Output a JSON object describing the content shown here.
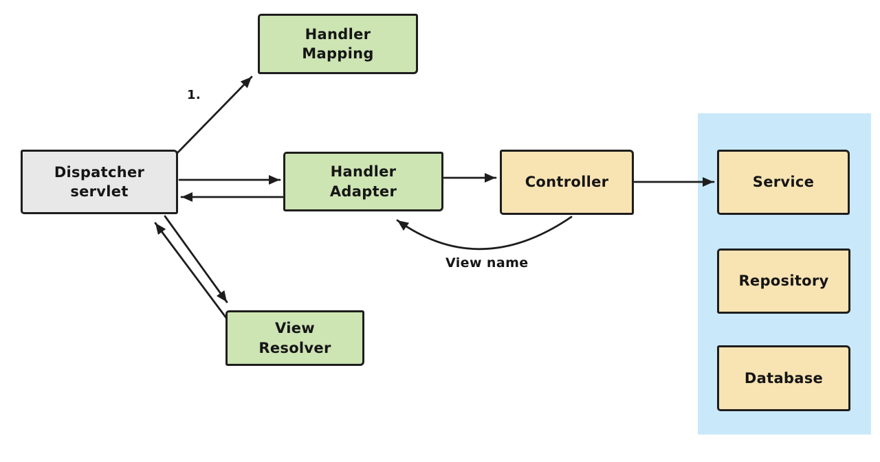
{
  "diagram": {
    "nodes": [
      {
        "id": "handler-mapping",
        "label": "Handler\nMapping",
        "fill": "#cde4b3"
      },
      {
        "id": "dispatcher-servlet",
        "label": "Dispatcher\nservlet",
        "fill": "#e8e8e8"
      },
      {
        "id": "handler-adapter",
        "label": "Handler\nAdapter",
        "fill": "#cde4b3"
      },
      {
        "id": "controller",
        "label": "Controller",
        "fill": "#f8e3b2"
      },
      {
        "id": "view-resolver",
        "label": "View\nResolver",
        "fill": "#cde4b3"
      },
      {
        "id": "service",
        "label": "Service",
        "fill": "#f8e3b2"
      },
      {
        "id": "repository",
        "label": "Repository",
        "fill": "#f8e3b2"
      },
      {
        "id": "database",
        "label": "Database",
        "fill": "#f8e3b2"
      }
    ],
    "edges": [
      {
        "from": "dispatcher-servlet",
        "to": "handler-mapping",
        "label": "1.",
        "style": "straight"
      },
      {
        "from": "dispatcher-servlet",
        "to": "handler-adapter",
        "label": "",
        "style": "straight"
      },
      {
        "from": "handler-adapter",
        "to": "dispatcher-servlet",
        "label": "",
        "style": "straight"
      },
      {
        "from": "handler-adapter",
        "to": "controller",
        "label": "",
        "style": "straight"
      },
      {
        "from": "controller",
        "to": "handler-adapter",
        "label": "View name",
        "style": "curved"
      },
      {
        "from": "controller",
        "to": "service",
        "label": "",
        "style": "straight"
      },
      {
        "from": "dispatcher-servlet",
        "to": "view-resolver",
        "label": "",
        "style": "straight"
      },
      {
        "from": "view-resolver",
        "to": "dispatcher-servlet",
        "label": "",
        "style": "straight"
      }
    ],
    "group": {
      "id": "backend-layer",
      "fill": "#c9e9fa"
    },
    "colors": {
      "stroke": "#1d1d1d",
      "background": "#ffffff",
      "green_fill": "#cde4b3",
      "tan_fill": "#f8e3b2",
      "gray_fill": "#e8e8e8",
      "blue_panel": "#c9e9fa"
    }
  }
}
